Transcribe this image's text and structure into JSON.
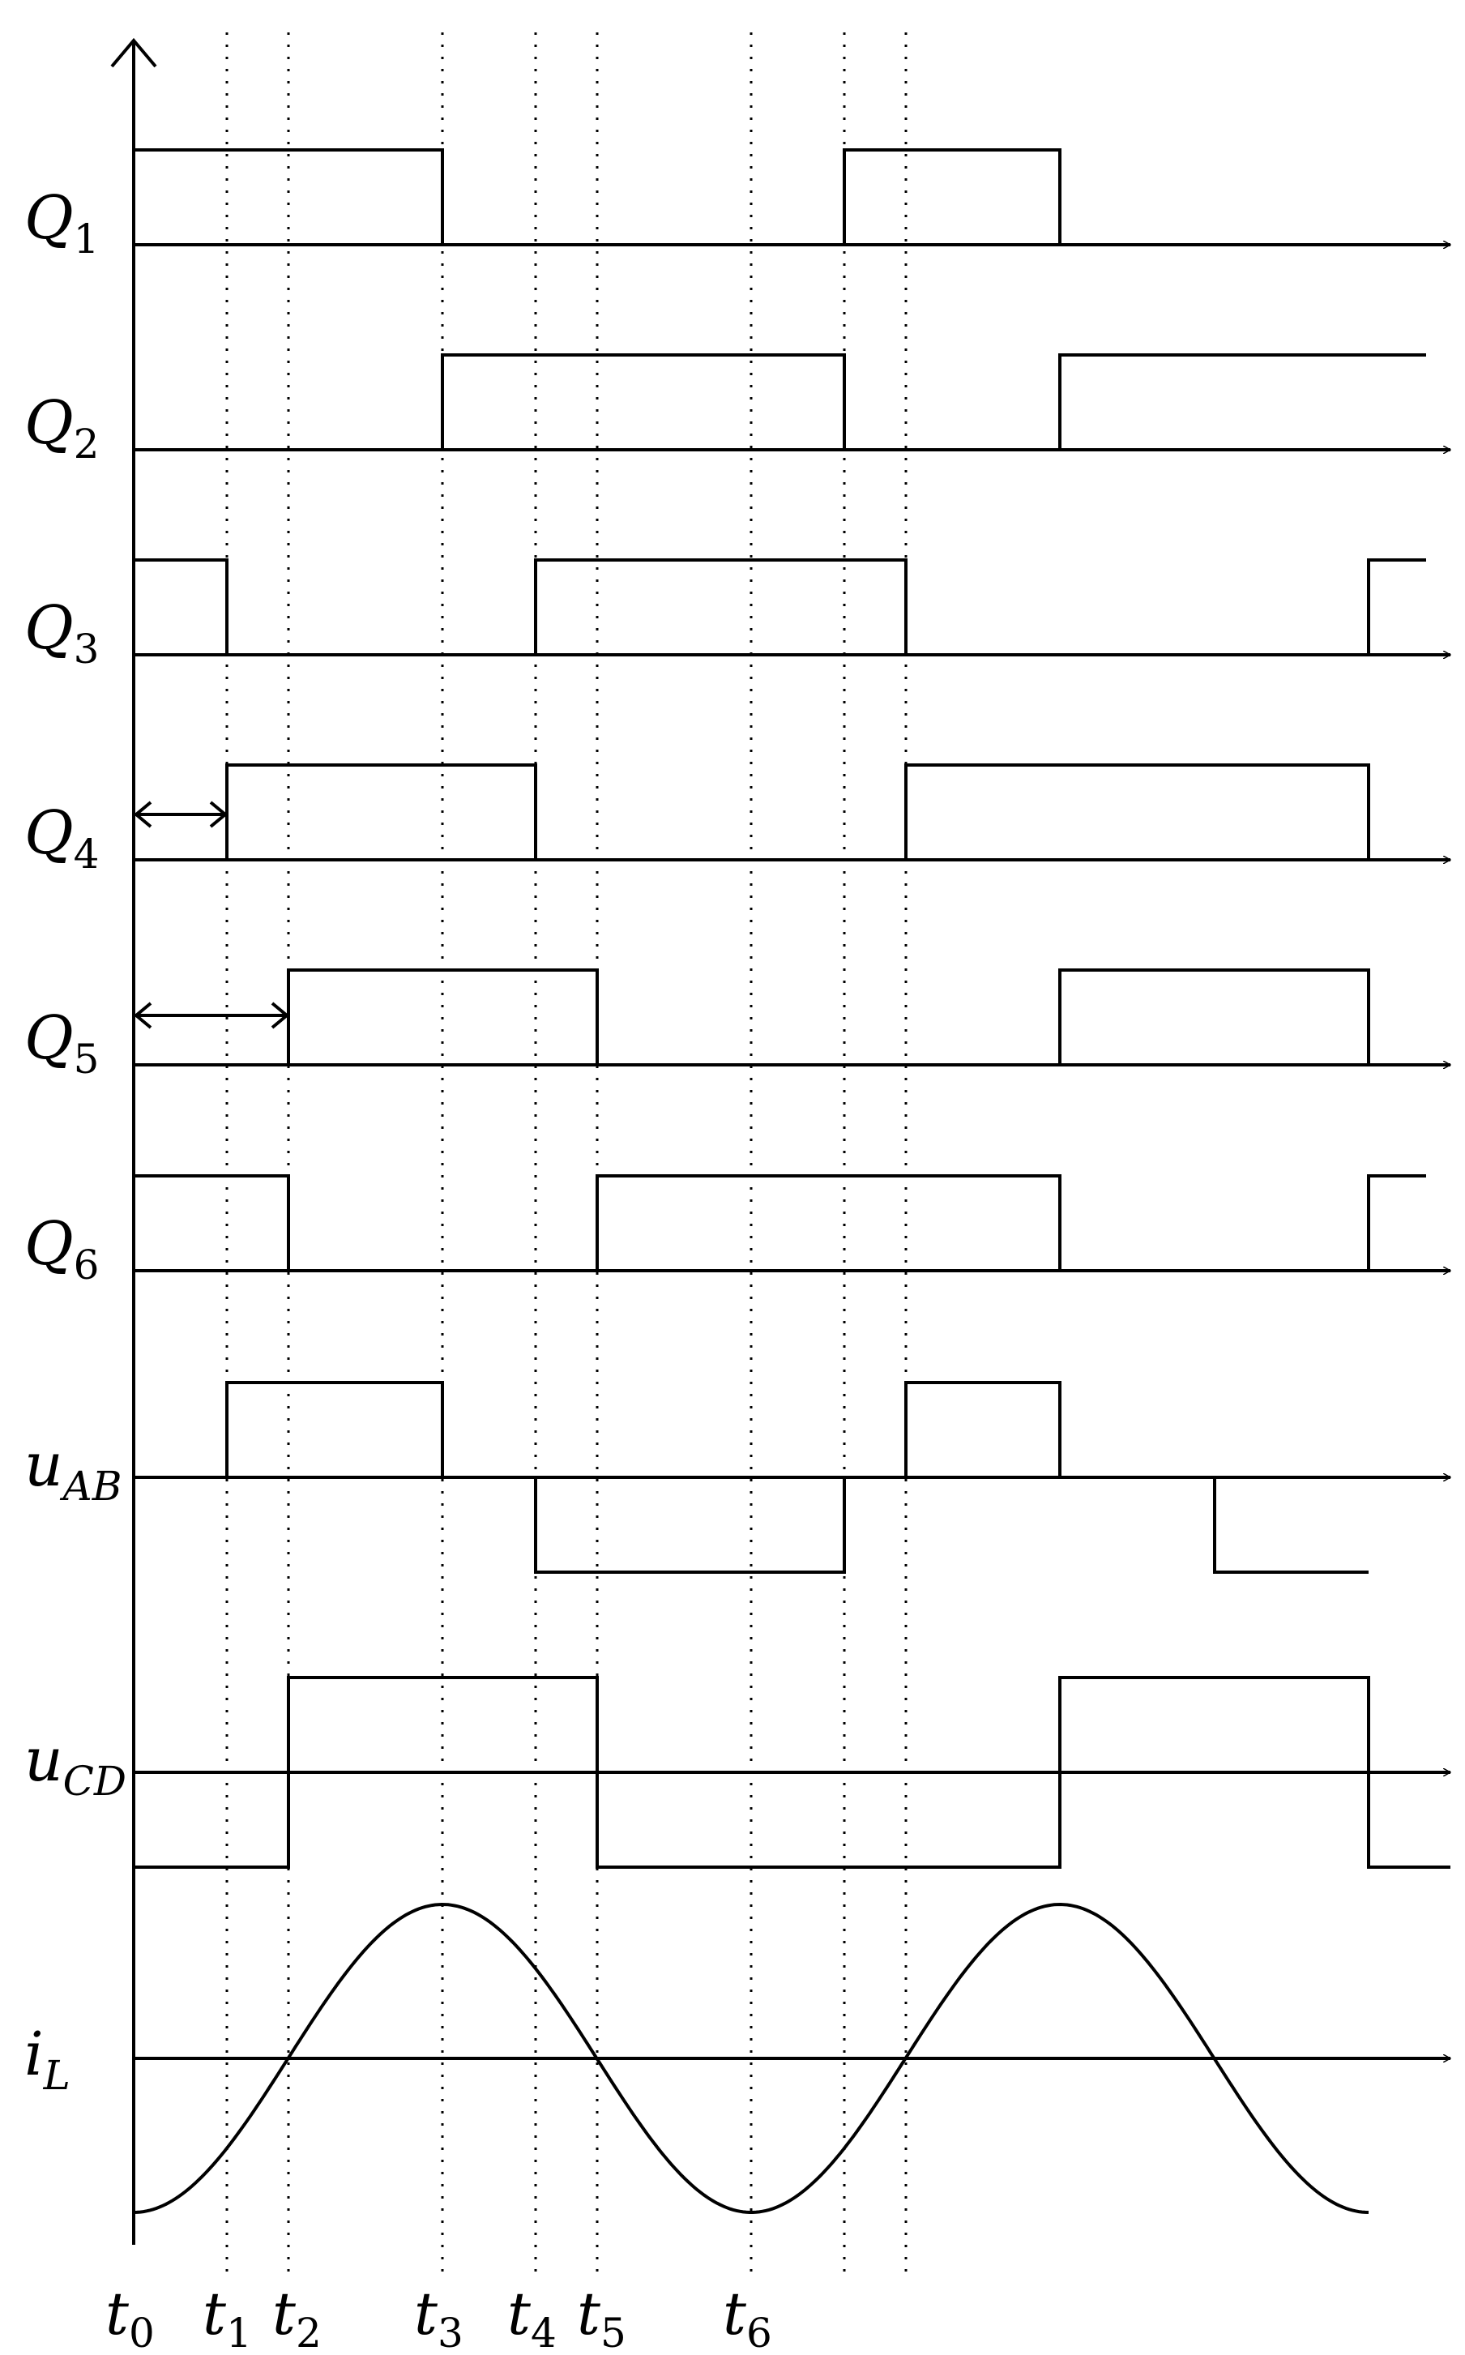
{
  "signals": [
    {
      "id": "Q1",
      "main": "Q",
      "sub": "1",
      "kind": "digital",
      "levels": [
        1,
        1,
        1,
        0,
        0,
        0,
        0,
        1,
        1,
        0,
        0,
        0,
        0
      ]
    },
    {
      "id": "Q2",
      "main": "Q",
      "sub": "2",
      "kind": "digital",
      "levels": [
        0,
        0,
        0,
        1,
        1,
        1,
        1,
        0,
        0,
        1,
        1,
        1,
        1
      ]
    },
    {
      "id": "Q3",
      "main": "Q",
      "sub": "3",
      "kind": "digital",
      "levels": [
        1,
        0,
        0,
        0,
        1,
        1,
        1,
        1,
        0,
        0,
        0,
        0,
        1
      ]
    },
    {
      "id": "Q4",
      "main": "Q",
      "sub": "4",
      "kind": "digital",
      "levels": [
        0,
        1,
        1,
        1,
        0,
        0,
        0,
        0,
        1,
        1,
        1,
        1,
        0
      ]
    },
    {
      "id": "Q5",
      "main": "Q",
      "sub": "5",
      "kind": "digital",
      "levels": [
        0,
        0,
        1,
        1,
        1,
        0,
        0,
        0,
        0,
        1,
        1,
        1,
        0
      ]
    },
    {
      "id": "Q6",
      "main": "Q",
      "sub": "6",
      "kind": "digital",
      "levels": [
        1,
        1,
        0,
        0,
        0,
        1,
        1,
        1,
        1,
        0,
        0,
        0,
        1
      ]
    },
    {
      "id": "uAB",
      "main": "u",
      "sub": "AB",
      "kind": "tristate",
      "levels": [
        0,
        1,
        1,
        0,
        -1,
        -1,
        -1,
        0,
        1,
        0,
        0,
        -1,
        -1
      ]
    },
    {
      "id": "uCD",
      "main": "u",
      "sub": "CD",
      "kind": "bipolar",
      "levels": [
        -1,
        -1,
        1,
        1,
        1,
        -1,
        -1,
        -1,
        -1,
        1,
        1,
        1,
        -1
      ]
    },
    {
      "id": "iL",
      "main": "i",
      "sub": "L",
      "kind": "current"
    }
  ],
  "time_markers": [
    {
      "main": "t",
      "sub": "0"
    },
    {
      "main": "t",
      "sub": "1"
    },
    {
      "main": "t",
      "sub": "2"
    },
    {
      "main": "t",
      "sub": "3"
    },
    {
      "main": "t",
      "sub": "4"
    },
    {
      "main": "t",
      "sub": "5"
    },
    {
      "main": "t",
      "sub": "6"
    }
  ]
}
